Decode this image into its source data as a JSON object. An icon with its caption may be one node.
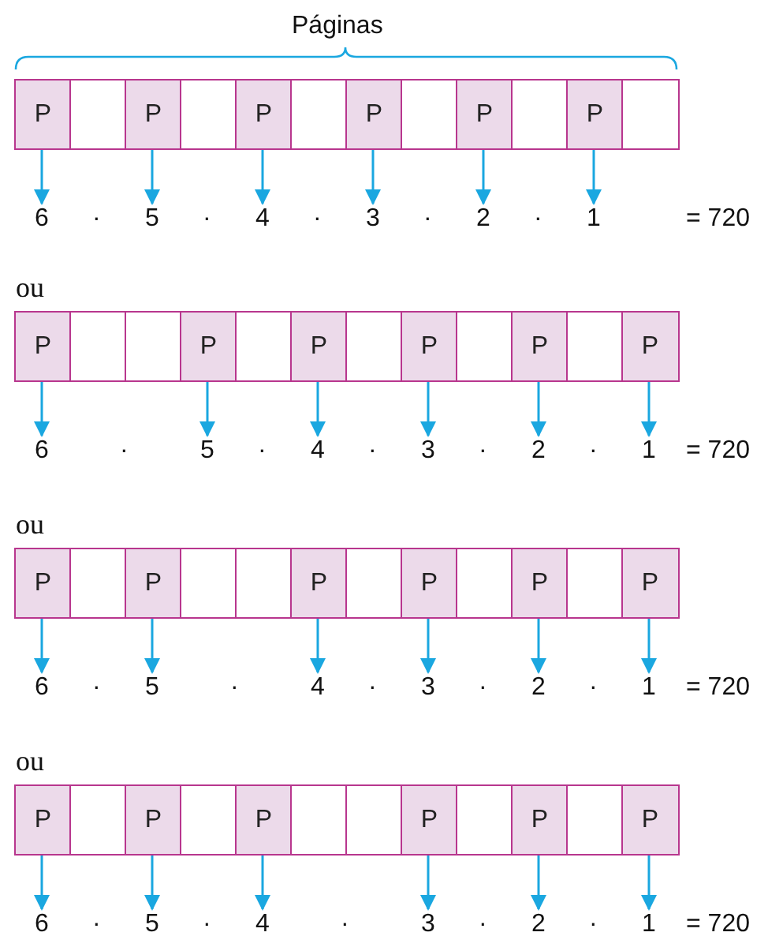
{
  "diagram": {
    "nodes": [
      {
        "text": [
          "P"
        ]
      },
      {
        "text": [],
        "shape": "box"
      },
      {
        "text": [
          "P"
        ]
      },
      {
        "text": [],
        "shape": "box"
      },
      {
        "text": [
          "P"
        ]
      },
      {
        "text": [],
        "shape": "box"
      },
      {
        "text": [
          "P"
        ]
      },
      {
        "text": [],
        "shape": "box"
      },
      {
        "text": [
          "P"
        ]
      },
      {
        "text": [],
        "shape": "box"
      },
      {
        "text": [
          "P"
        ]
      },
      {
        "text": [],
        "shape": "box"
      },
      {
        "text": [
          "6"
        ]
      },
      {
        "text": [
          "5"
        ]
      },
      {
        "text": [
          "4"
        ]
      },
      {
        "text": [
          "3"
        ]
      },
      {
        "text": [
          "2"
        ]
      },
      {
        "text": [
          "1"
        ]
      },
      {
        "text": [
          "P"
        ]
      },
      {
        "text": [],
        "shape": "box"
      },
      {
        "text": [],
        "shape": "box"
      },
      {
        "text": [
          "P"
        ]
      },
      {
        "text": [],
        "shape": "box"
      },
      {
        "text": [
          "P"
        ]
      },
      {
        "text": [],
        "shape": "box"
      },
      {
        "text": [
          "P"
        ]
      },
      {
        "text": [],
        "shape": "box"
      },
      {
        "text": [
          "P"
        ]
      },
      {
        "text": [],
        "shape": "box"
      },
      {
        "text": [
          "P"
        ]
      },
      {
        "text": [
          "6"
        ]
      },
      {
        "text": [
          "5"
        ]
      },
      {
        "text": [
          "4"
        ]
      },
      {
        "text": [
          "3"
        ]
      },
      {
        "text": [
          "2"
        ]
      },
      {
        "text": [
          "1"
        ]
      },
      {
        "text": [
          "P"
        ]
      },
      {
        "text": [],
        "shape": "box"
      },
      {
        "text": [
          "P"
        ]
      },
      {
        "text": [],
        "shape": "box"
      },
      {
        "text": [],
        "shape": "box"
      },
      {
        "text": [
          "P"
        ]
      },
      {
        "text": [],
        "shape": "box"
      },
      {
        "text": [
          "P"
        ]
      },
      {
        "text": [],
        "shape": "box"
      },
      {
        "text": [
          "P"
        ]
      },
      {
        "text": [],
        "shape": "box"
      },
      {
        "text": [
          "P"
        ]
      },
      {
        "text": [
          "6"
        ]
      },
      {
        "text": [
          "5"
        ]
      },
      {
        "text": [
          "4"
        ]
      },
      {
        "text": [
          "3"
        ]
      },
      {
        "text": [
          "2"
        ]
      },
      {
        "text": [
          "1"
        ]
      },
      {
        "text": [
          "P"
        ]
      },
      {
        "text": [],
        "shape": "box"
      },
      {
        "text": [
          "P"
        ]
      },
      {
        "text": [],
        "shape": "box"
      },
      {
        "text": [
          "P"
        ]
      },
      {
        "text": [],
        "shape": "box"
      },
      {
        "text": [],
        "shape": "box"
      },
      {
        "text": [
          "P"
        ]
      },
      {
        "text": [],
        "shape": "box"
      },
      {
        "text": [
          "P"
        ]
      },
      {
        "text": [],
        "shape": "box"
      },
      {
        "text": [
          "P"
        ]
      },
      {
        "text": [
          "6"
        ]
      },
      {
        "text": [
          "5"
        ]
      },
      {
        "text": [
          "4"
        ]
      },
      {
        "text": [
          "3"
        ]
      },
      {
        "text": [
          "2"
        ]
      },
      {
        "text": [
          "1"
        ]
      }
    ],
    "edges": [
      {
        "from": 0,
        "to": 12,
        "arrow": "to"
      },
      {
        "from": 2,
        "to": 13,
        "arrow": "to"
      },
      {
        "from": 4,
        "to": 14,
        "arrow": "to"
      },
      {
        "from": 6,
        "to": 15,
        "arrow": "to"
      },
      {
        "from": 8,
        "to": 16,
        "arrow": "to"
      },
      {
        "from": 10,
        "to": 17,
        "arrow": "to"
      },
      {
        "from": 18,
        "to": 30,
        "arrow": "to"
      },
      {
        "from": 21,
        "to": 31,
        "arrow": "to"
      },
      {
        "from": 23,
        "to": 32,
        "arrow": "to"
      },
      {
        "from": 25,
        "to": 33,
        "arrow": "to"
      },
      {
        "from": 27,
        "to": 34,
        "arrow": "to"
      },
      {
        "from": 29,
        "to": 35,
        "arrow": "to"
      },
      {
        "from": 36,
        "to": 48,
        "arrow": "to"
      },
      {
        "from": 38,
        "to": 49,
        "arrow": "to"
      },
      {
        "from": 41,
        "to": 50,
        "arrow": "to"
      },
      {
        "from": 43,
        "to": 51,
        "arrow": "to"
      },
      {
        "from": 45,
        "to": 52,
        "arrow": "to"
      },
      {
        "from": 47,
        "to": 53,
        "arrow": "to"
      },
      {
        "from": 54,
        "to": 66,
        "arrow": "to"
      },
      {
        "from": 56,
        "to": 67,
        "arrow": "to"
      },
      {
        "from": 58,
        "to": 68,
        "arrow": "to"
      },
      {
        "from": 61,
        "to": 69,
        "arrow": "to"
      },
      {
        "from": 63,
        "to": 70,
        "arrow": "to"
      },
      {
        "from": 65,
        "to": 71,
        "arrow": "to"
      }
    ],
    "labels": [
      "Páginas",
      "·",
      "·",
      "·",
      "·",
      "·",
      "= 720",
      "ou",
      "·",
      "·",
      "·",
      "·",
      "·",
      "= 720",
      "ou",
      "·",
      "·",
      "·",
      "·",
      "·",
      "= 720",
      "ou",
      "·",
      "·",
      "·",
      "·",
      "·",
      "= 720"
    ]
  }
}
